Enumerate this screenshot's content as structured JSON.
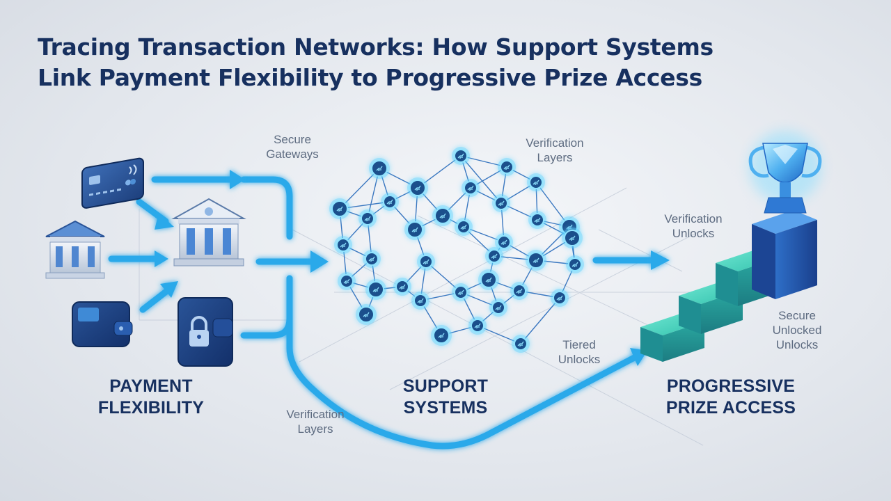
{
  "title": {
    "line1": "Tracing Transaction Networks: How Support Systems",
    "line2": "Link Payment Flexibility to Progressive Prize Access"
  },
  "sections": {
    "payment": {
      "line1": "PAYMENT",
      "line2": "FLEXIBILITY"
    },
    "support": {
      "line1": "SUPPORT",
      "line2": "SYSTEMS"
    },
    "prize": {
      "line1": "PROGRESSIVE",
      "line2": "PRIZE ACCESS"
    }
  },
  "annotations": {
    "secure_gateways": {
      "line1": "Secure",
      "line2": "Gateways"
    },
    "verification_layers_top": {
      "line1": "Verification",
      "line2": "Layers"
    },
    "verification_unlocks": {
      "line1": "Verification",
      "line2": "Unlocks"
    },
    "tiered_unlocks": {
      "line1": "Tiered",
      "line2": "Unlocks"
    },
    "verification_layers_bottom": {
      "line1": "Verification",
      "line2": "Layers"
    },
    "secure_unlocked": {
      "line1": "Secure",
      "line2": "Unlocked",
      "line3": "Unlocks"
    }
  },
  "icons": [
    "credit-card-icon",
    "bank-icon",
    "central-bank-icon",
    "wallet-icon",
    "secure-wallet-lock-icon",
    "network-node-icon",
    "trophy-icon",
    "stair-step-block-icon"
  ],
  "colors": {
    "navy": "#17305f",
    "flow_blue": "#29a9ea",
    "node_blue": "#1b4f8c",
    "node_glow": "#5fd4ff",
    "step_teal": "#3cc8b4",
    "trophy_blue": "#3a8fe0"
  }
}
